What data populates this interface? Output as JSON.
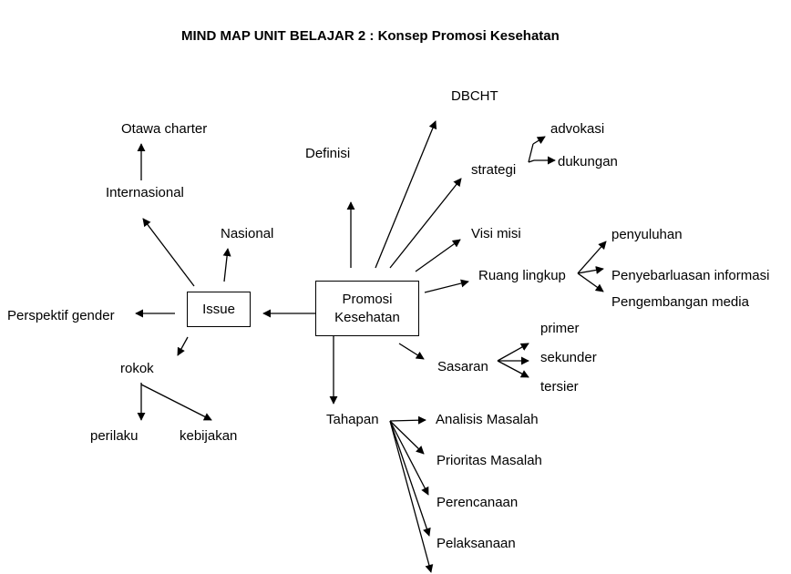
{
  "title": "MIND MAP UNIT BELAJAR 2 : Konsep Promosi Kesehatan",
  "center": {
    "line1": "Promosi",
    "line2": "Kesehatan"
  },
  "issue": "Issue",
  "issue_branch": {
    "internasional": "Internasional",
    "otawa": "Otawa charter",
    "nasional": "Nasional",
    "gender": "Perspektif gender",
    "rokok": "rokok",
    "perilaku": "perilaku",
    "kebijakan": "kebijakan"
  },
  "definisi": "Definisi",
  "dbcht": "DBCHT",
  "strategi": {
    "label": "strategi",
    "items": [
      "advokasi",
      "dukungan"
    ]
  },
  "visi_misi": "Visi misi",
  "ruang_lingkup": {
    "label": "Ruang lingkup",
    "items": [
      "penyuluhan",
      "Penyebarluasan informasi",
      "Pengembangan media"
    ]
  },
  "sasaran": {
    "label": "Sasaran",
    "items": [
      "primer",
      "sekunder",
      "tersier"
    ]
  },
  "tahapan": {
    "label": "Tahapan",
    "items": [
      "Analisis Masalah",
      "Prioritas Masalah",
      "Perencanaan",
      "Pelaksanaan"
    ]
  }
}
